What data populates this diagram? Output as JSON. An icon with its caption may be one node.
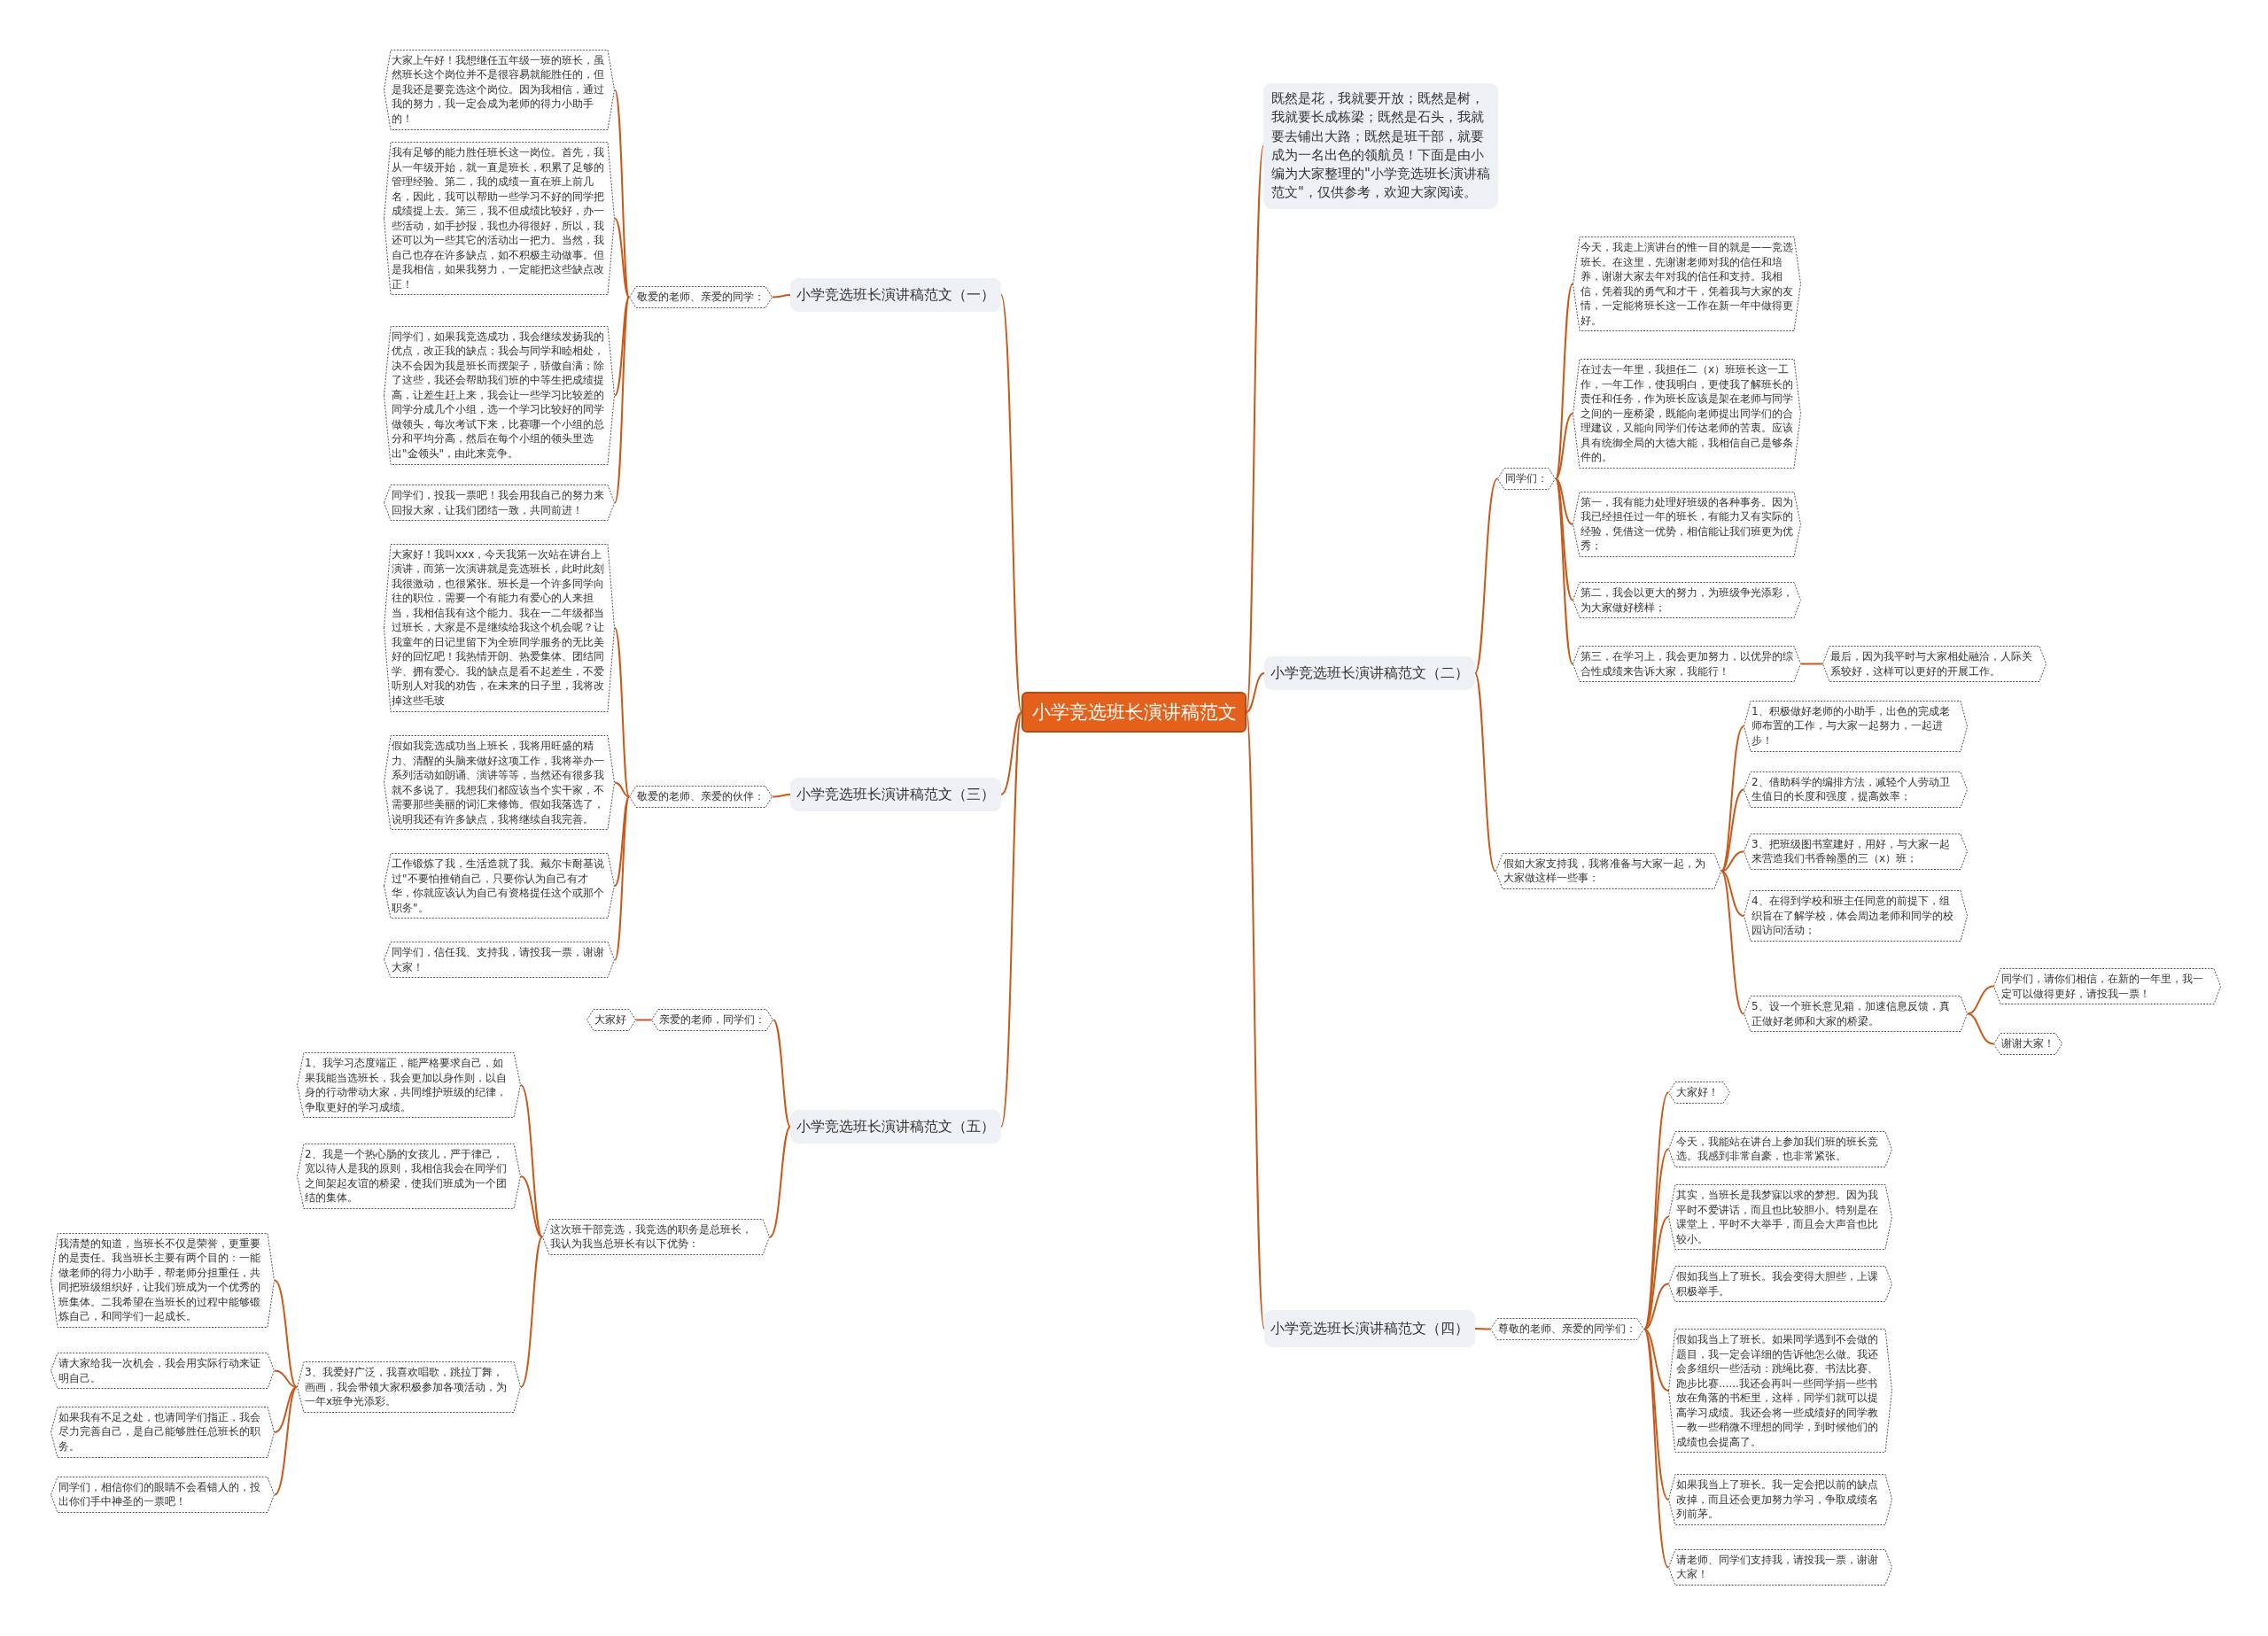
{
  "diagram": {
    "nodes": [
      {
        "text": [
          "小学竞选班长演讲稿范文"
        ]
      },
      {
        "text": [
          "既然是花，我就要开放；既然是树，我就要长成栋梁；既然是石头，我就要去铺出大路；既然是班干部，就要成为一名出色的领航员！下面是由小编为大家整理的\"小学竞选班长演讲稿范文\"，仅供参考，欢迎大家阅读。"
        ]
      },
      {
        "text": [
          "小学竞选班长演讲稿范文（一）"
        ]
      },
      {
        "text": [
          "敬爱的老师、亲爱的同学："
        ]
      },
      {
        "text": [
          "大家上午好！我想继任五年级一班的班长，虽然班长这个岗位并不是很容易就能胜任的，但是我还是要竞选这个岗位。因为我相信，通过我的努力，我一定会成为老师的得力小助手的！"
        ]
      },
      {
        "text": [
          "我有足够的能力胜任班长这一岗位。首先，我从一年级开始，就一直是班长，积累了足够的管理经验。第二，我的成绩一直在班上前几名，因此，我可以帮助一些学习不好的同学把成绩提上去。第三，我不但成绩比较好，办一些活动，如手抄报，我也办得很好，所以，我还可以为一些其它的活动出一把力。当然，我自己也存在许多缺点，如不积极主动做事。但是我相信，如果我努力，一定能把这些缺点改正！"
        ]
      },
      {
        "text": [
          "同学们，如果我竞选成功，我会继续发扬我的优点，改正我的缺点；我会与同学和睦相处，决不会因为我是班长而摆架子，骄傲自满；除了这些，我还会帮助我们班的中等生把成绩提高，让差生赶上来，我会让一些学习比较差的同学分成几个小组，选一个学习比较好的同学做领头，每次考试下来，比赛哪一个小组的总分和平均分高，然后在每个小组的领头里选出\"金领头\"，由此来竞争。"
        ]
      },
      {
        "text": [
          "同学们，投我一票吧！我会用我自己的努力来回报大家，让我们团结一致，共同前进！"
        ]
      },
      {
        "text": [
          "小学竞选班长演讲稿范文（三）"
        ]
      },
      {
        "text": [
          "敬爱的老师、亲爱的伙伴："
        ]
      },
      {
        "text": [
          "大家好！我叫xxx，今天我第一次站在讲台上演讲，而第一次演讲就是竞选班长，此时此刻我很激动，也很紧张。班长是一个许多同学向往的职位，需要一个有能力有爱心的人来担当，我相信我有这个能力。我在一二年级都当过班长，大家是不是继续给我这个机会呢？让我童年的日记里留下为全班同学服务的无比美好的回忆吧！我热情开朗、热爱集体、团结同学、拥有爱心。我的缺点是看不起差生，不爱听别人对我的劝告，在未来的日子里，我将改掉这些毛玻"
        ]
      },
      {
        "text": [
          "假如我竞选成功当上班长，我将用旺盛的精力、清醒的头脑来做好这项工作，我将举办一系列活动如朗诵、演讲等等，当然还有很多我就不多说了。我想我们都应该当个实干家，不需要那些美丽的词汇来修饰。假如我落选了，说明我还有许多缺点，我将继续自我完善。"
        ]
      },
      {
        "text": [
          "工作锻炼了我，生活造就了我。戴尔卡耐基说过\"不要怕推销自己，只要你认为自己有才华，你就应该认为自己有资格提任这个或那个职务\"。"
        ]
      },
      {
        "text": [
          "同学们，信任我、支持我，请投我一票，谢谢大家！"
        ]
      },
      {
        "text": [
          "小学竞选班长演讲稿范文（五）"
        ]
      },
      {
        "text": [
          "亲爱的老师，同学们："
        ]
      },
      {
        "text": [
          "大家好"
        ]
      },
      {
        "text": [
          "这次班干部竞选，我竞选的职务是总班长，我认为我当总班长有以下优势："
        ]
      },
      {
        "text": [
          "1、我学习态度端正，能严格要求自己，如果我能当选班长，我会更加以身作则，以自身的行动带动大家，共同维护班级的纪律，争取更好的学习成绩。"
        ]
      },
      {
        "text": [
          "2、我是一个热心肠的女孩儿，严于律己，宽以待人是我的原则，我相信我会在同学们之间架起友谊的桥梁，使我们班成为一个团结的集体。"
        ]
      },
      {
        "text": [
          "3、我爱好广泛，我喜欢唱歌，跳拉丁舞，画画，我会带领大家积极参加各项活动，为一年x班争光添彩。"
        ]
      },
      {
        "text": [
          "我清楚的知道，当班长不仅是荣誉，更重要的是责任。我当班长主要有两个目的：一能做老师的得力小助手，帮老师分担重任，共同把班级组织好，让我们班成为一个优秀的班集体。二我希望在当班长的过程中能够锻炼自己，和同学们一起成长。"
        ]
      },
      {
        "text": [
          "请大家给我一次机会，我会用实际行动来证明自己。"
        ]
      },
      {
        "text": [
          "如果我有不足之处，也请同学们指正，我会尽力完善自己，是自己能够胜任总班长的职务。"
        ]
      },
      {
        "text": [
          "同学们，相信你们的眼睛不会看错人的，投出你们手中神圣的一票吧！"
        ]
      },
      {
        "text": [
          "小学竞选班长演讲稿范文（二）"
        ]
      },
      {
        "text": [
          "同学们："
        ]
      },
      {
        "text": [
          "今天，我走上演讲台的惟一目的就是——竞选班长。在这里，先谢谢老师对我的信任和培养，谢谢大家去年对我的信任和支持。我相信，凭着我的勇气和才干，凭着我与大家的友情，一定能将班长这一工作在新一年中做得更好。"
        ]
      },
      {
        "text": [
          "在过去一年里，我担任二（x）班班长这一工作，一年工作，使我明白，更使我了解班长的责任和任务，作为班长应该是架在老师与同学之间的一座桥梁，既能向老师提出同学们的合理建议，又能向同学们传达老师的苦衷。应该具有统御全局的大德大能，我相信自己是够条件的。"
        ]
      },
      {
        "text": [
          "第一，我有能力处理好班级的各种事务。因为我已经担任过一年的班长，有能力又有实际的经验，凭借这一优势，相信能让我们班更为优秀；"
        ]
      },
      {
        "text": [
          "第二，我会以更大的努力，为班级争光添彩，为大家做好榜样；"
        ]
      },
      {
        "text": [
          "第三，在学习上，我会更加努力，以优异的综合性成绩来告诉大家，我能行！"
        ]
      },
      {
        "text": [
          "最后，因为我平时与大家相处融洽，人际关系较好，这样可以更好的开展工作。"
        ]
      },
      {
        "text": [
          "假如大家支持我，我将准备与大家一起，为大家做这样一些事："
        ]
      },
      {
        "text": [
          "1、积极做好老师的小助手，出色的完成老师布置的工作，与大家一起努力，一起进步！"
        ]
      },
      {
        "text": [
          "2、借助科学的编排方法，减轻个人劳动卫生值日的长度和强度，提高效率；"
        ]
      },
      {
        "text": [
          "3、把班级图书室建好，用好，与大家一起来营造我们书香翰墨的三（x）班；"
        ]
      },
      {
        "text": [
          "4、在得到学校和班主任同意的前提下，组织旨在了解学校，体会周边老师和同学的校园访问活动；"
        ]
      },
      {
        "text": [
          "5、设一个班长意见箱，加速信息反馈，真正做好老师和大家的桥梁。"
        ]
      },
      {
        "text": [
          "同学们，请你们相信，在新的一年里，我一定可以做得更好，请投我一票！"
        ]
      },
      {
        "text": [
          "谢谢大家！"
        ]
      },
      {
        "text": [
          "小学竞选班长演讲稿范文（四）"
        ]
      },
      {
        "text": [
          "尊敬的老师、亲爱的同学们："
        ]
      },
      {
        "text": [
          "大家好！"
        ]
      },
      {
        "text": [
          "今天，我能站在讲台上参加我们班的班长竞选。我感到非常自豪，也非常紧张。"
        ]
      },
      {
        "text": [
          "其实，当班长是我梦寐以求的梦想。因为我平时不爱讲话，而且也比较胆小。特别是在课堂上，平时不大举手，而且会大声音也比较小。"
        ]
      },
      {
        "text": [
          "假如我当上了班长。我会变得大胆些，上课积极举手。"
        ]
      },
      {
        "text": [
          "假如我当上了班长。如果同学遇到不会做的题目，我一定会详细的告诉他怎么做。我还会多组织一些活动：跳绳比赛、书法比赛、跑步比赛......我还会再叫一些同学捐一些书放在角落的书柜里，这样，同学们就可以提高学习成绩。我还会将一些成绩好的同学教一教一些稍微不理想的同学，到时候他们的成绩也会提高了。"
        ]
      },
      {
        "text": [
          "如果我当上了班长。我一定会把以前的缺点改掉，而且还会更加努力学习，争取成绩名列前茅。"
        ]
      },
      {
        "text": [
          "请老师、同学们支持我，请投我一票，谢谢大家！"
        ]
      }
    ],
    "edges": [
      {
        "from": 0,
        "to": 1,
        "arrow": "none"
      },
      {
        "from": 0,
        "to": 2,
        "arrow": "none"
      },
      {
        "from": 2,
        "to": 3,
        "arrow": "none"
      },
      {
        "from": 3,
        "to": 4,
        "arrow": "none"
      },
      {
        "from": 3,
        "to": 5,
        "arrow": "none"
      },
      {
        "from": 3,
        "to": 6,
        "arrow": "none"
      },
      {
        "from": 3,
        "to": 7,
        "arrow": "none"
      },
      {
        "from": 0,
        "to": 8,
        "arrow": "none"
      },
      {
        "from": 8,
        "to": 9,
        "arrow": "none"
      },
      {
        "from": 9,
        "to": 10,
        "arrow": "none"
      },
      {
        "from": 9,
        "to": 11,
        "arrow": "none"
      },
      {
        "from": 9,
        "to": 12,
        "arrow": "none"
      },
      {
        "from": 9,
        "to": 13,
        "arrow": "none"
      },
      {
        "from": 0,
        "to": 14,
        "arrow": "none"
      },
      {
        "from": 14,
        "to": 15,
        "arrow": "none"
      },
      {
        "from": 15,
        "to": 16,
        "arrow": "none"
      },
      {
        "from": 14,
        "to": 17,
        "arrow": "none"
      },
      {
        "from": 17,
        "to": 18,
        "arrow": "none"
      },
      {
        "from": 17,
        "to": 19,
        "arrow": "none"
      },
      {
        "from": 17,
        "to": 20,
        "arrow": "none"
      },
      {
        "from": 20,
        "to": 21,
        "arrow": "none"
      },
      {
        "from": 20,
        "to": 22,
        "arrow": "none"
      },
      {
        "from": 20,
        "to": 23,
        "arrow": "none"
      },
      {
        "from": 20,
        "to": 24,
        "arrow": "none"
      },
      {
        "from": 0,
        "to": 25,
        "arrow": "none"
      },
      {
        "from": 25,
        "to": 26,
        "arrow": "none"
      },
      {
        "from": 26,
        "to": 27,
        "arrow": "none"
      },
      {
        "from": 26,
        "to": 28,
        "arrow": "none"
      },
      {
        "from": 26,
        "to": 29,
        "arrow": "none"
      },
      {
        "from": 26,
        "to": 30,
        "arrow": "none"
      },
      {
        "from": 26,
        "to": 31,
        "arrow": "none"
      },
      {
        "from": 31,
        "to": 32,
        "arrow": "none"
      },
      {
        "from": 25,
        "to": 33,
        "arrow": "none"
      },
      {
        "from": 33,
        "to": 34,
        "arrow": "none"
      },
      {
        "from": 33,
        "to": 35,
        "arrow": "none"
      },
      {
        "from": 33,
        "to": 36,
        "arrow": "none"
      },
      {
        "from": 33,
        "to": 37,
        "arrow": "none"
      },
      {
        "from": 33,
        "to": 38,
        "arrow": "none"
      },
      {
        "from": 38,
        "to": 39,
        "arrow": "none"
      },
      {
        "from": 38,
        "to": 40,
        "arrow": "none"
      },
      {
        "from": 0,
        "to": 41,
        "arrow": "none"
      },
      {
        "from": 41,
        "to": 42,
        "arrow": "none"
      },
      {
        "from": 42,
        "to": 43,
        "arrow": "none"
      },
      {
        "from": 42,
        "to": 44,
        "arrow": "none"
      },
      {
        "from": 42,
        "to": 45,
        "arrow": "none"
      },
      {
        "from": 42,
        "to": 46,
        "arrow": "none"
      },
      {
        "from": 42,
        "to": 47,
        "arrow": "none"
      },
      {
        "from": 42,
        "to": 48,
        "arrow": "none"
      },
      {
        "from": 42,
        "to": 49,
        "arrow": "none"
      }
    ]
  }
}
